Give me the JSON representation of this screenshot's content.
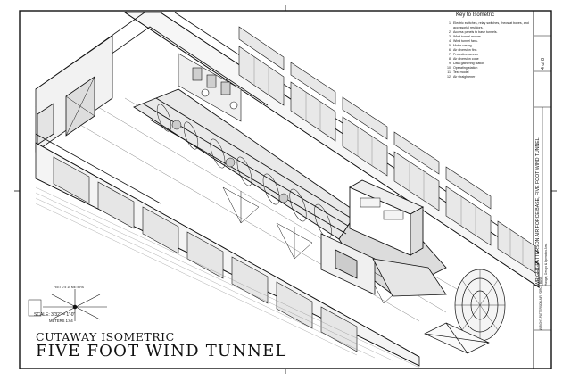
{
  "key": {
    "title": "Key to Isometric",
    "items": [
      "Electric switches, relay switches, rheostat boxes, and accessorial resistors.",
      "Access panels to base tunnels.",
      "Wind tunnel motors.",
      "Wind tunnel fans.",
      "Motor casing",
      "Air diversion fins",
      "Protective screen",
      "Air diversion cone",
      "Data gathering station",
      "Operating station",
      "Test model",
      "Air straightener"
    ]
  },
  "drawing": {
    "title_line1": "CUTAWAY ISOMETRIC",
    "title_line2": "FIVE FOOT WIND TUNNEL",
    "scale_caption": "SCALE: 3/32\" = 1'-0\"",
    "scale_meters": "METERS 1:64",
    "scale_top": "FEET 0 5 10 METERS"
  },
  "title_block": {
    "line_main": "WRIGHT-PATTERSON AIR FORCE BASE, FIVE FOOT WIND TUNNEL",
    "line_sub": "Hangar, Design & Operation Area",
    "line_small": "WRIGHT-PATTERSON AIR FORCE BASE",
    "sheet": "4 of 8"
  }
}
